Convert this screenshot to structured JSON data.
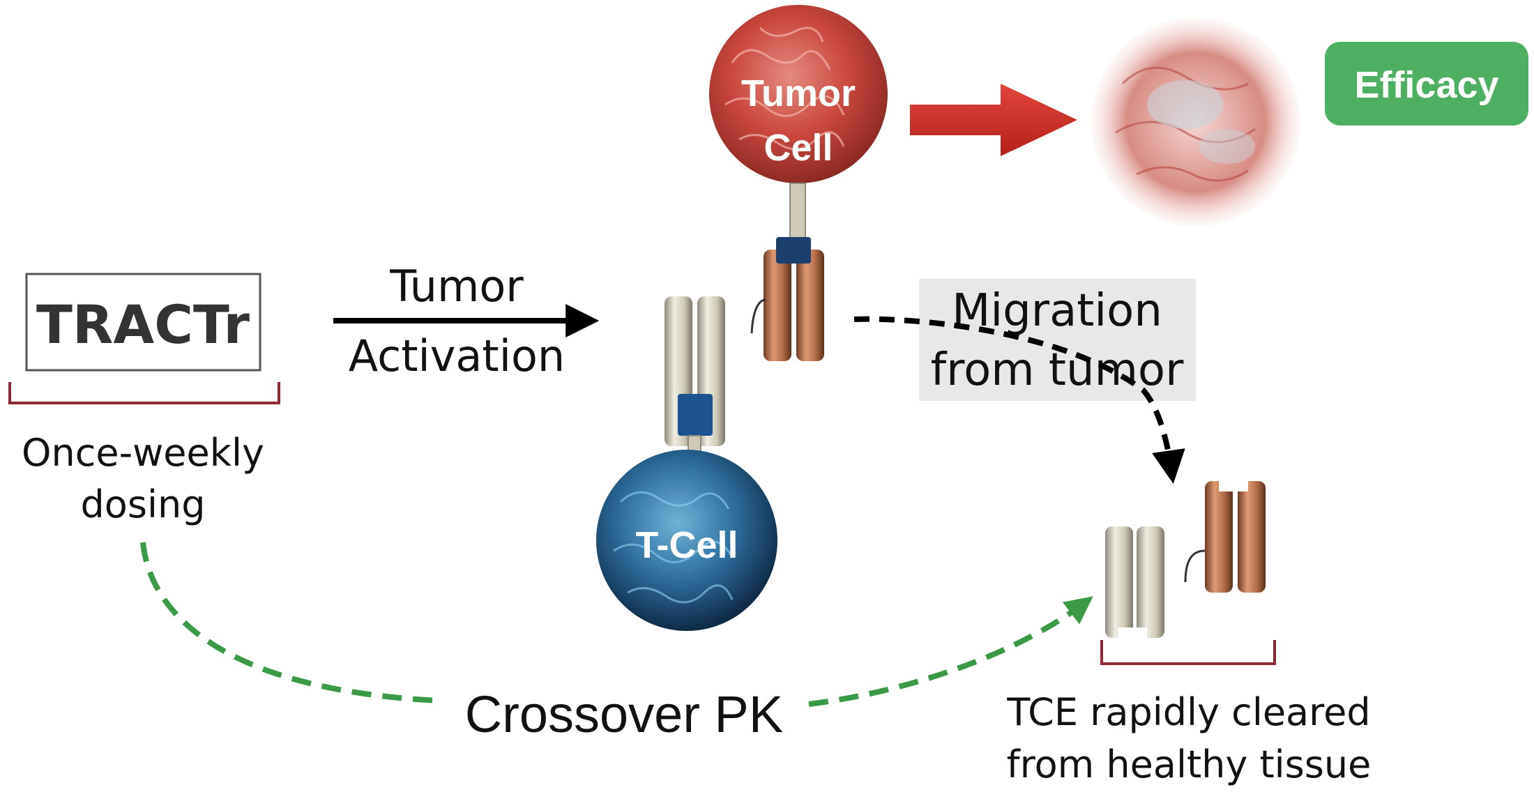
{
  "tractr_box": {
    "label": "TRACTr"
  },
  "dosing": {
    "line1": "Once-weekly",
    "line2": "dosing"
  },
  "activation": {
    "line1": "Tumor",
    "line2": "Activation"
  },
  "tumor_cell": {
    "line1": "Tumor",
    "line2": "Cell"
  },
  "t_cell": {
    "label": "T-Cell"
  },
  "efficacy": {
    "label": "Efficacy"
  },
  "migration": {
    "line1": "Migration",
    "line2": "from tumor"
  },
  "crossover": {
    "label": "Crossover PK"
  },
  "clearance": {
    "line1": "TCE rapidly cleared",
    "line2": "from healthy tissue"
  },
  "colors": {
    "tumor_red": "#c9473e",
    "tcell_blue": "#2b6c9c",
    "efficacy_green": "#4caf62",
    "crossover_green": "#3a9a48",
    "bracket_red": "#8b2a33",
    "antibody_beige": "#cfcab8",
    "antibody_copper": "#b06a48",
    "tag_navy": "#1d3f6e"
  }
}
